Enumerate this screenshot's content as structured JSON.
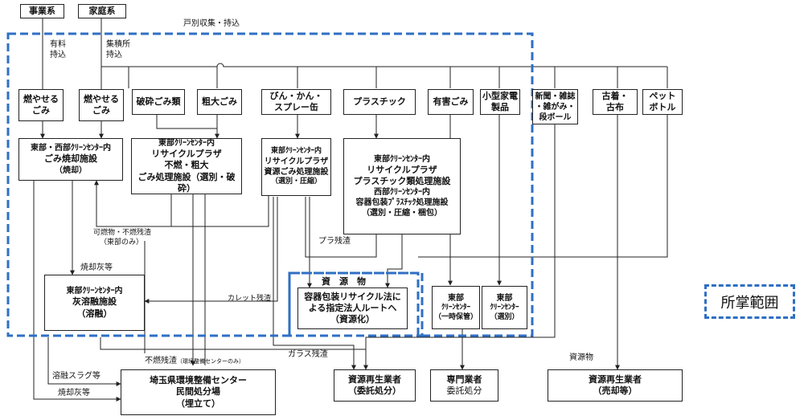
{
  "diagram": {
    "sources": {
      "business": "事業系",
      "household": "家庭系"
    },
    "routes": {
      "door_to_door": "戸別収集・持込",
      "paid_carry_in": [
        "有料",
        "持込"
      ],
      "collection_point": [
        "集積所",
        "持込"
      ]
    },
    "categories": {
      "burnable_1": [
        "燃やせる",
        "ごみ"
      ],
      "burnable_2": [
        "燃やせる",
        "ごみ"
      ],
      "crushed": [
        "破砕ごみ類"
      ],
      "bulky": [
        "粗大ごみ"
      ],
      "bottles_cans": [
        "びん・かん・",
        "スプレー缶"
      ],
      "plastic": [
        "プラスチック"
      ],
      "hazardous": [
        "有害ごみ"
      ],
      "small_appliances": [
        "小型家電",
        "製品"
      ],
      "paper": [
        "新聞・雑誌",
        "・雑がみ・",
        "段ボール"
      ],
      "clothes": [
        "古着・",
        "古布"
      ],
      "pet": [
        "ペット",
        "ボトル"
      ]
    },
    "facilities": {
      "incineration": [
        "東部・西部ｸﾘｰﾝｾﾝﾀｰ内",
        "ごみ焼却施設",
        "（焼却）"
      ],
      "recycle_plaza": [
        "東部ｸﾘｰﾝｾﾝﾀｰ内",
        "リサイクルプラザ",
        "不燃・粗大",
        "ごみ処理施設（選別・破",
        "砕）"
      ],
      "resource_facility": [
        "東部ｸﾘｰﾝｾﾝﾀｰ内",
        "リサイクルプラザ",
        "資源ごみ処理施設",
        "（選別・圧縮）"
      ],
      "plastic_facility": [
        "東部ｸﾘｰﾝｾﾝﾀｰ内",
        "リサイクルプラザ",
        "プラスチック類処理施設",
        "西部ｸﾘｰﾝｾﾝﾀｰ内",
        "容器包装ﾌﾟﾗｽﾁｯｸ処理施設",
        "（選別・圧縮・梱包）"
      ],
      "ash_melting": [
        "東部ｸﾘｰﾝｾﾝﾀｰ内",
        "灰溶融施設",
        "（溶融）"
      ],
      "resources": [
        "資　源　物",
        "容器包装リサイクル法に",
        "よる指定法人ルートへ",
        "（資源化）"
      ],
      "east_storage": [
        "東部",
        "ｸﾘｰﾝｾﾝﾀｰ",
        "（一時保管）"
      ],
      "east_sorting": [
        "東部",
        "ｸﾘｰﾝｾﾝﾀｰ",
        "（選別）"
      ]
    },
    "destinations": {
      "landfill": [
        "埼玉県環境整備センター",
        "民間処分場",
        "（埋立て）"
      ],
      "recyclers_consigned": [
        "資源再生業者",
        "（委託処分）"
      ],
      "specialists": [
        "専門業者",
        "委託処分"
      ],
      "recyclers_sale": [
        "資源再生業者",
        "（売却等）"
      ]
    },
    "flow_labels": {
      "burnable_residue": [
        "可燃物・不燃残渣",
        "（東部のみ）"
      ],
      "plastic_residue": "プラ残渣",
      "incineration_ash_1": "焼却灰等",
      "cullet_residue": "カレット残渣",
      "nonburnable_residue": "不燃残渣",
      "nonburnable_residue_note": "（環境整備センターのみ）",
      "glass_residue": "ガラス残渣",
      "resources": "資源物",
      "slag": "溶融スラグ等",
      "incineration_ash_2": "焼却灰等"
    },
    "legend": "所掌範囲",
    "colors": {
      "scope_border": "#2f6fc4",
      "line": "#222222"
    }
  }
}
